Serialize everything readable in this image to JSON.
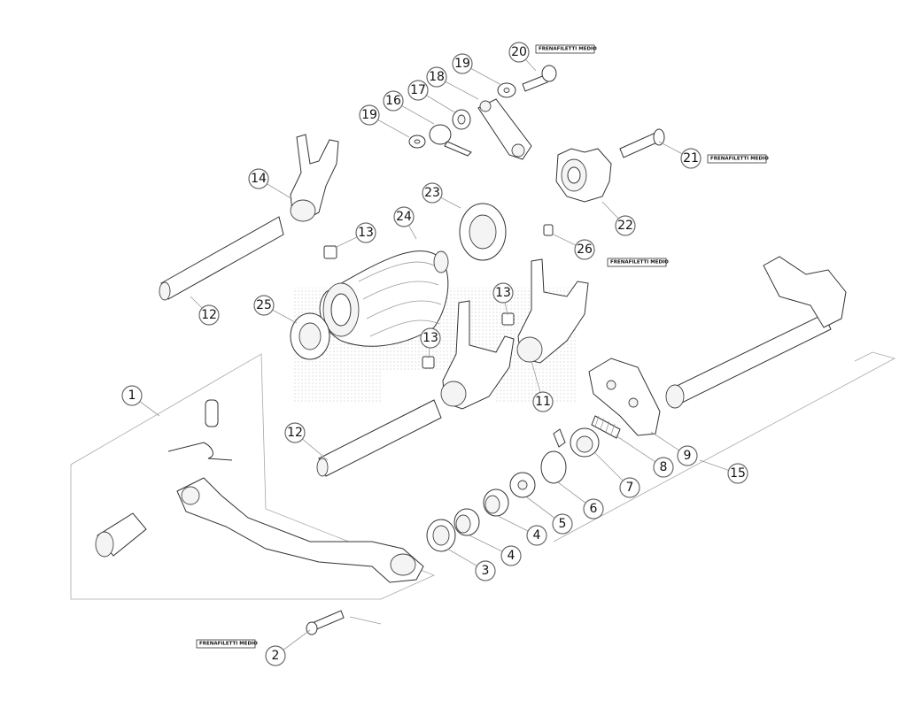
{
  "callouts": [
    "1",
    "2",
    "3",
    "4",
    "4",
    "5",
    "6",
    "7",
    "8",
    "9",
    "11",
    "12",
    "12",
    "13",
    "13",
    "13",
    "14",
    "15",
    "16",
    "17",
    "18",
    "19",
    "19",
    "20",
    "21",
    "22",
    "23",
    "24",
    "25",
    "26"
  ],
  "notes": [
    "FRENAFILETTI MEDIO",
    "FRENAFILETTI MEDIO",
    "FRENAFILETTI MEDIO",
    "FRENAFILETTI MEDIO"
  ]
}
